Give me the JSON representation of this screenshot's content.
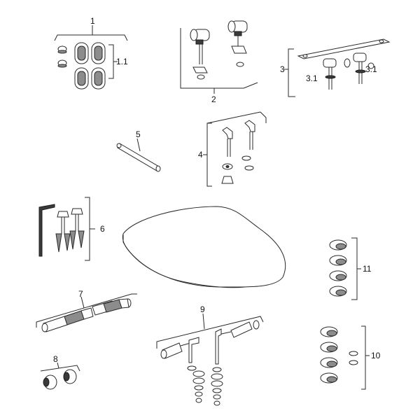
{
  "labels": {
    "p1": "1",
    "p1_1": "1.1",
    "p2": "2",
    "p3": "3",
    "p3_1a": "3.1",
    "p3_1b": "3.1",
    "p4": "4",
    "p5": "5",
    "p6": "6",
    "p7": "7",
    "p8": "8",
    "p9": "9",
    "p10": "10",
    "p11": "11"
  }
}
